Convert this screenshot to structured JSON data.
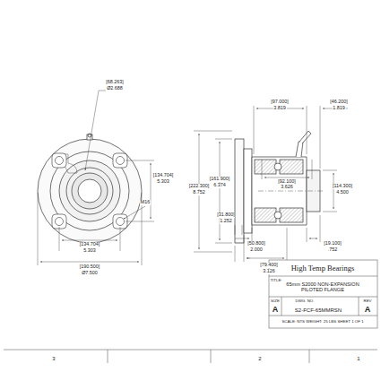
{
  "diagram": {
    "labels": [
      "[68.263]",
      "Ø2.688",
      "[134.704]",
      "5.303",
      "M16",
      "[134.704]",
      "5.303",
      "[190.500]",
      "Ø7.500",
      "[97.000]",
      "3.819",
      "[46.200]",
      "1.819",
      "[92.100]",
      "3.626",
      "[222.300]",
      "8.752",
      "[161.900]",
      "6.374",
      "[114.300]",
      "4.500",
      "[31.800]",
      "1.252",
      "[50.800]",
      "2.000",
      "[19.100]",
      ".752",
      "[79.400]",
      "3.126",
      "High Temp Bearings",
      "TITLE:",
      "65mm S2000 NON-EXPANSION PILOTED FLANGE",
      "SIZE",
      "DWG. NO.",
      "REV",
      "A",
      "S2-FCF-65MMRSN",
      "A",
      "SCALE: NTS WEIGHT: 25 LBS SHEET 1 OF 1",
      "3",
      "2",
      "1"
    ]
  }
}
